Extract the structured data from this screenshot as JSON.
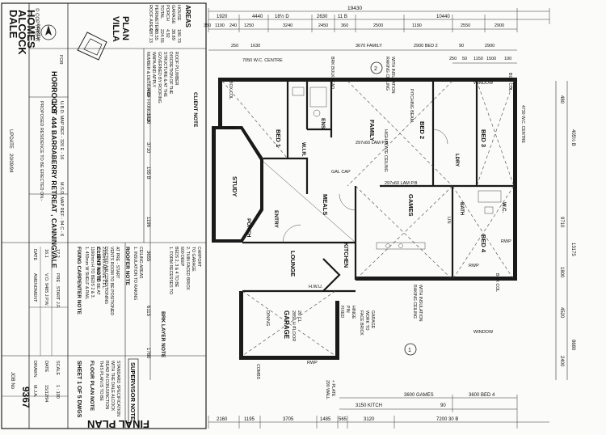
{
  "title_block": {
    "company": [
      "DALE",
      "ALCOCK",
      "HOMES"
    ],
    "copyright": "© COPYRIGHT",
    "update": "UPDATE",
    "update_date": "20/09/94",
    "north": "NORTH",
    "brand": [
      "VILLA",
      "PLAN"
    ],
    "areas_title": "AREAS",
    "areas": [
      {
        "label": "HOUSE",
        "value": "180.73"
      },
      {
        "label": "GARAGE",
        "value": "38.89"
      },
      {
        "label": "PORCH",
        "value": "4.92"
      },
      {
        "label": "TOTAL",
        "value": "224.55"
      },
      {
        "label": "PERIMETER",
        "value": "88.55"
      },
      {
        "label": "ROOF AREA",
        "value": "287.13"
      }
    ],
    "client_note_title": "CLIENT NOTE",
    "client_note": [
      "NUMBER & DESIGN OF FIXINGS OF",
      "WAPA AND APPLY",
      "GOVERNED BY ROOFING",
      "STRUCTURE & AT THE",
      "DISCRETION OF THE",
      "ROOF PLUMBER"
    ],
    "proposed": "PROPOSED RESIDENCE TO BE ERECTED ON:-",
    "lot": "LOT 444 BARRABERRY RETREAT , CANNINGVALE",
    "ubd": "U.B.D. MAP REF -   320 E - 16",
    "msd": "M.S.D. MAP REF -   94 C - 6",
    "client_label": "FOR",
    "client_name": "HORROCKS",
    "carpenter_title": "FIXING CARPENTER NOTE",
    "carpenter_note": [
      "1. 450mm W SHELF & RAIL",
      "1160mm H TO BEDS 2 & 3.",
      "2. TOP OF F.R. TO BE AT",
      "2100mm ABOVE F.F.L."
    ],
    "aircon_title": "CLIENT NOTE",
    "aircon_note": [
      "DUCTED AIR CONDITIONING",
      "VENTS ROOM TO BE POSITIONED",
      "AT PRE - START"
    ],
    "roofer_title": "ROOFER NOTE",
    "roofer_note": [
      "1. INSULATION TO RAKING",
      "CEILING AREAS"
    ],
    "bricklayer_title": "BRK LAYER NOTE",
    "bricklayer_note": [
      "1. FORM RECESSES TO",
      "BEDS 2, 3 & 4 TO BE",
      "600 DEEP",
      "2. THIN FACED BRICK",
      "TO GARAGE",
      "CARPORT"
    ],
    "amend_headers": [
      "DATE",
      "AMENDMENT"
    ],
    "amendments": [
      {
        "date": "16.1",
        "text": "V.O. 9485  J.P.W."
      },
      {
        "date": "17.2",
        "text": "PRE . START   J.F."
      }
    ],
    "drawn_label": "DRAWN",
    "drawn_value": "M.J.A.",
    "date_label": "DATE",
    "date_value": "15/12/94",
    "scale_label": "SCALE",
    "scale_value": "1 : 100",
    "job_label": "JOB No",
    "job_value": "9367",
    "sheet": "SHEET 1 OF 5 DWGS",
    "drawing_title": "FLOOR PLAN NOTE",
    "drawing_note": [
      "THIS PLAN IS TO BE",
      "READ IN CONJUNCTION",
      "WITH THE DALE ALCOCK",
      "STANDARD SPECIFICATION"
    ],
    "supervisor": "SUPERVISOR NOTE",
    "final": "FINAL PLAN"
  },
  "rooms": {
    "family": "FAMILY",
    "bed1": "BED 1",
    "ens": "ENS",
    "wir": "W.I.R.",
    "study": "STUDY",
    "porch": "PORCH",
    "entry": "ENTRY",
    "lounge": "LOUNGE",
    "meals": "MEALS",
    "kitchen": "KITCHEN",
    "games": "GAMES",
    "bed2": "BED 2",
    "bed3": "BED 3",
    "bed4": "BED 4",
    "bath": "BATH",
    "wc": "W.C.",
    "ldry": "LDRY",
    "garage": "GARAGE",
    "garage_note": [
      "2850 H FLOOR",
      "26 CL"
    ],
    "dining": "DINING",
    "lin": "LIN"
  },
  "plan_notes": {
    "raking1": [
      "RAKING CEILING",
      "WITH INSULATION"
    ],
    "raking2": [
      "RAKING CEILING",
      "WITH INSULATION"
    ],
    "high_plate": "HIGH PLATE CEILING",
    "pitching": "PITCHING BEAM",
    "brk_bulkhead": "BRK BULKHEAD",
    "face_brick": [
      "FACE BRICK",
      "WORK TO",
      "GARAGE"
    ],
    "window": "WINDOW",
    "window2": "WINDOW",
    "box_col1": "BOX COL",
    "box_col2": "BOX COL",
    "box_col3": "BOX COL",
    "rwp1": "RWP",
    "rwp2": "RWP",
    "rwp3": "RWP",
    "rwp4": "RWP",
    "centre": "7050 W.C. CENTRE",
    "centre2": "4730 W.C. CENTRE",
    "beam1": "297x60 LAM P.B",
    "beam2": "297x60 LAM P.B",
    "fixed_pin": [
      "FIXED",
      "PIN",
      "HINGE"
    ],
    "dry_wall": [
      "290 WALL",
      "+ PLATE"
    ],
    "gal_cap": "GAL CAP",
    "section1": "1",
    "section2": "2",
    "circle_note": "COMBS",
    "hwu": "H.W.U."
  },
  "dims_top": {
    "overall": "19430",
    "row1": [
      "1920",
      "4440",
      "18½ D",
      "2630",
      "11 B",
      "10440"
    ],
    "row2": [
      "350",
      "1190",
      "240",
      "1250",
      "3240",
      "2450",
      "360",
      "2500",
      "1190",
      "2550",
      "2900"
    ],
    "row3": [
      "250",
      "1630",
      "3670  FAMILY",
      "2900  BED 2",
      "90",
      "2900"
    ],
    "row4": [
      "250",
      "50",
      "1150",
      "1500",
      "100"
    ]
  },
  "dims_bottom": {
    "row1": [
      "3600 GAMES",
      "3600 BED 4"
    ],
    "row2": [
      "3150 KITCH",
      "90"
    ],
    "row3": [
      "2160",
      "1195",
      "3705",
      "1485",
      "565",
      "3120",
      "7200 30 B"
    ]
  },
  "dims_left": {
    "values": [
      "480",
      "1820",
      "3710",
      "155 B",
      "1196",
      "3655",
      "6115",
      "1780"
    ]
  },
  "dims_right": {
    "values": [
      "480",
      "9710",
      "405½ B",
      "13175",
      "4520",
      "1800",
      "8680",
      "2400"
    ]
  }
}
